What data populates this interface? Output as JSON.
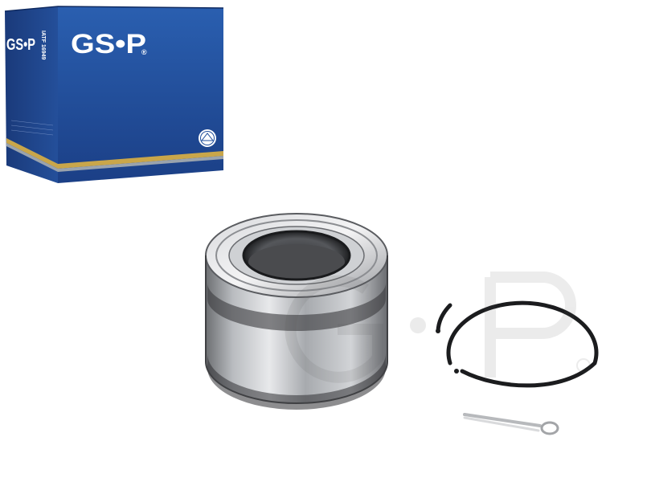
{
  "brand": {
    "name": "GSP",
    "front_logo": "GS•P",
    "side_logo": "GS•P",
    "registered_mark": "®",
    "cert_mark": "IATF 16949",
    "colors": {
      "box_blue": "#1f4e9c",
      "stripe_gold": "#c9a64a",
      "stripe_gray": "#9aa3ad"
    }
  },
  "watermark": {
    "text": "GS•P",
    "registered_mark": "®"
  },
  "products": {
    "items": [
      "wheel-bearing",
      "circlip",
      "cotter-pin"
    ]
  }
}
